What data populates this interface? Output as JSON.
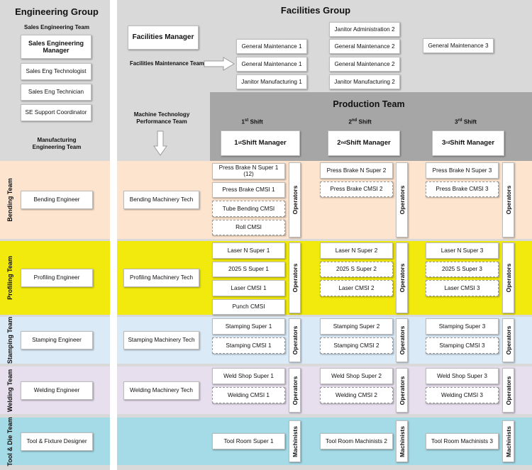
{
  "engineering_group": {
    "title": "Engineering Group",
    "sales_team_label": "Sales Engineering Team",
    "sales_manager": "Sales Engineering Manager",
    "sales_roles": [
      "Sales Eng Technologist",
      "Sales Eng Technician",
      "SE Support Coordinator"
    ],
    "manufacturing_team_label": "Manufacturing Engineering Team"
  },
  "facilities_group": {
    "title": "Facilities Group",
    "manager": "Facilities Manager",
    "maintenance_team_label": "Facilities Maintenance Team",
    "col1": [
      "General Maintenance 1",
      "General Maintenance 1",
      "Janitor Manufacturing 1"
    ],
    "col2": [
      "Janitor Administration 2",
      "General Maintenance 2",
      "General Maintenance 2",
      "Janitor Manufacturing 2"
    ],
    "col3": [
      "General Maintenance 3"
    ]
  },
  "machine_tech_label": "Machine Technology Performance Team",
  "production_team": {
    "title": "Production Team",
    "shifts": [
      {
        "label": "1st Shift",
        "manager": "1st Shift Manager"
      },
      {
        "label": "2nd Shift",
        "manager": "2nd Shift Manager"
      },
      {
        "label": "3rd Shift",
        "manager": "3rd Shift Manager"
      }
    ]
  },
  "colors": {
    "bending": "#fde4cf",
    "profiling": "#f1ea0c",
    "stamping": "#dbeaf7",
    "welding": "#e7deee",
    "tooldie": "#a5dbe6",
    "panel_gray": "#d9d9d9",
    "production_gray": "#a6a6a6"
  },
  "teams": [
    {
      "key": "bending",
      "label": "Bending Team",
      "engineer": "Bending Engineer",
      "tech": "Bending Machinery Tech",
      "shift1": [
        "Press Brake N Super 1 (12)",
        "Press Brake CMSI 1",
        "Tube Bending CMSI",
        "Roll CMSI"
      ],
      "shift2": [
        "Press Brake N Super 2",
        "Press Brake CMSI 2"
      ],
      "shift3": [
        "Press Brake N Super 3",
        "Press Brake CMSI 3"
      ],
      "side_label": "Operators"
    },
    {
      "key": "profiling",
      "label": "Profiling Team",
      "engineer": "Profiling Engineer",
      "tech": "Profiling Machinery Tech",
      "shift1": [
        "Laser N Super 1",
        "2025 S Super 1",
        "Laser CMSI 1",
        "Punch CMSI"
      ],
      "shift2": [
        "Laser N Super 2",
        "2025 S Super 2",
        "Laser CMSI 2"
      ],
      "shift3": [
        "Laser N Super 3",
        "2025 S Super 3",
        "Laser CMSI 3"
      ],
      "side_label": "Operators"
    },
    {
      "key": "stamping",
      "label": "Stamping Team",
      "engineer": "Stamping Engineer",
      "tech": "Stamping Machinery Tech",
      "shift1": [
        "Stamping Super 1",
        "Stamping CMSI 1"
      ],
      "shift2": [
        "Stamping Super 2",
        "Stamping CMSI 2"
      ],
      "shift3": [
        "Stamping Super 3",
        "Stamping CMSI 3"
      ],
      "side_label": "Operators"
    },
    {
      "key": "welding",
      "label": "Welding Team",
      "engineer": "Welding Engineer",
      "tech": "Welding Machinery Tech",
      "shift1": [
        "Weld Shop Super 1",
        "Welding CMSI 1"
      ],
      "shift2": [
        "Weld Shop Super 2",
        "Welding CMSI 2"
      ],
      "shift3": [
        "Weld Shop Super 3",
        "Welding CMSI 3"
      ],
      "side_label": "Operators"
    },
    {
      "key": "tooldie",
      "label": "Tool & Die Team",
      "engineer": "Tool & Fixture Designer",
      "tech": "",
      "shift1": [
        "Tool Room Super 1"
      ],
      "shift2": [
        "Tool Room Machinists 2"
      ],
      "shift3": [
        "Tool Room Machinists 3"
      ],
      "side_label": "Machinists"
    }
  ]
}
